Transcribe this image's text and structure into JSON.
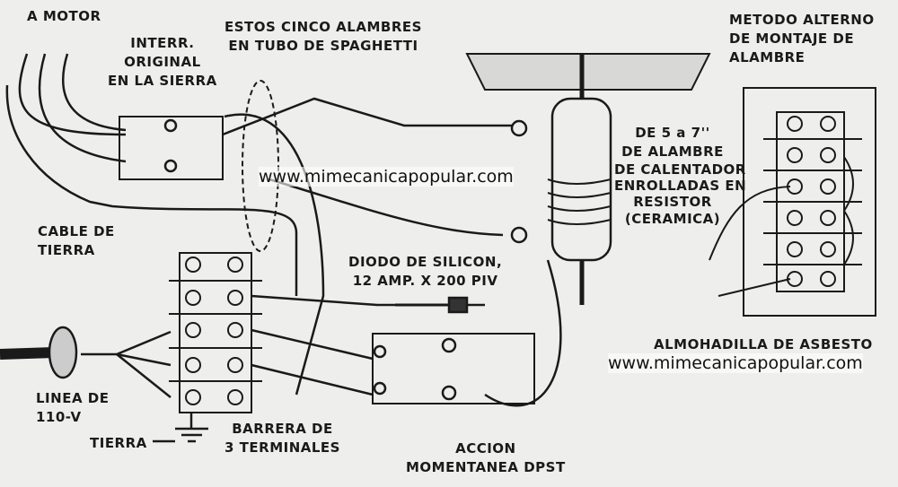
{
  "labels": {
    "motor": "A MOTOR",
    "original_switch": [
      "INTERR.",
      "ORIGINAL",
      "EN LA SIERRA"
    ],
    "five_wires": [
      "ESTOS CINCO ALAMBRES",
      "EN TUBO DE SPAGHETTI"
    ],
    "alt_method": [
      "METODO ALTERNO",
      "DE MONTAJE DE",
      "ALAMBRE"
    ],
    "heater_wire": [
      "DE 5 a 7''",
      "DE ALAMBRE",
      "DE CALENTADOR",
      "ENROLLADAS EN",
      "RESISTOR",
      "(CERAMICA)"
    ],
    "ground_cable": [
      "CABLE DE",
      "TIERRA"
    ],
    "diode": [
      "DIODO DE SILICON,",
      "12 AMP. X 200 PIV"
    ],
    "asbestos_pad": "ALMOHADILLA DE ASBESTO",
    "line": [
      "LINEA DE",
      "110-V"
    ],
    "ground": "TIERRA",
    "barrier": [
      "BARRERA DE",
      "3 TERMINALES"
    ],
    "switch": [
      "ACCION",
      "MOMENTANEA DPST"
    ]
  },
  "watermarks": [
    "www.mimecanicapopular.com",
    "www.mimecanicapopular.com"
  ]
}
